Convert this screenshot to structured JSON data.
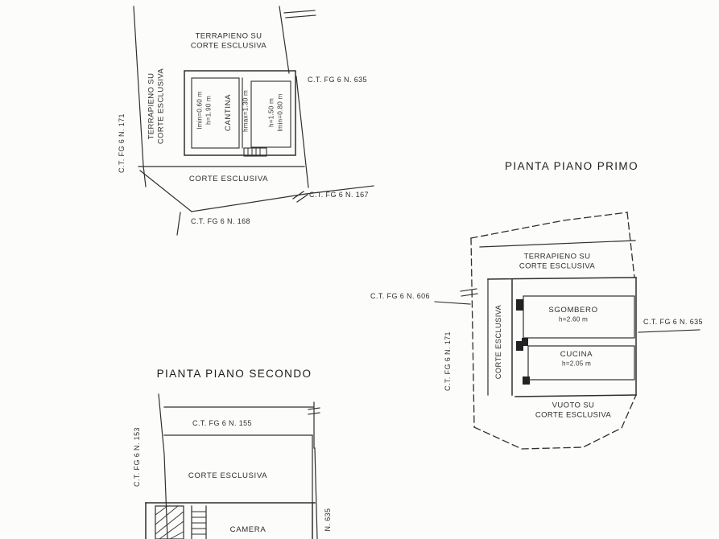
{
  "colors": {
    "ink": "#2f2f2f",
    "paper": "#fcfcfb"
  },
  "doc": {
    "plan_ground": {
      "terrapieno_top": "TERRAPIENO SU\nCORTE ESCLUSIVA",
      "terrapieno_left": "TERRAPIENO SU\nCORTE ESCLUSIVA",
      "parcel_171": "C.T. FG 6 N. 171",
      "parcel_635": "C.T. FG 6 N. 635",
      "dims_left_room": "lmin=0.60 m\nh=1.90 m",
      "room_cantina": "CANTINA",
      "dim_hmax": "hmax=1.30 m",
      "dims_right_room": "h=1.50 m\nlmin=0.80 m",
      "corte": "CORTE ESCLUSIVA",
      "parcel_167": "C.T. FG 6 N. 167",
      "parcel_168": "C.T. FG 6 N. 168"
    },
    "plan_first": {
      "title": "PIANTA PIANO PRIMO",
      "terrapieno": "TERRAPIENO SU\nCORTE ESCLUSIVA",
      "parcel_606": "C.T. FG 6 N. 606",
      "parcel_171": "C.T. FG 6 N. 171",
      "corte_vertical": "CORTE ESCLUSIVA",
      "room_sgombero": "SGOMBERO",
      "dim_sgombero": "h=2.60 m",
      "room_cucina": "CUCINA",
      "dim_cucina": "h=2.05 m",
      "parcel_635": "C.T. FG 6 N. 635",
      "vuoto": "VUOTO SU\nCORTE ESCLUSIVA"
    },
    "plan_second": {
      "title": "PIANTA PIANO SECONDO",
      "parcel_155": "C.T. FG 6 N. 155",
      "parcel_153": "C.T. FG 6 N. 153",
      "corte": "CORTE ESCLUSIVA",
      "room_camera": "CAMERA",
      "parcel_635_partial": "N. 635"
    }
  }
}
